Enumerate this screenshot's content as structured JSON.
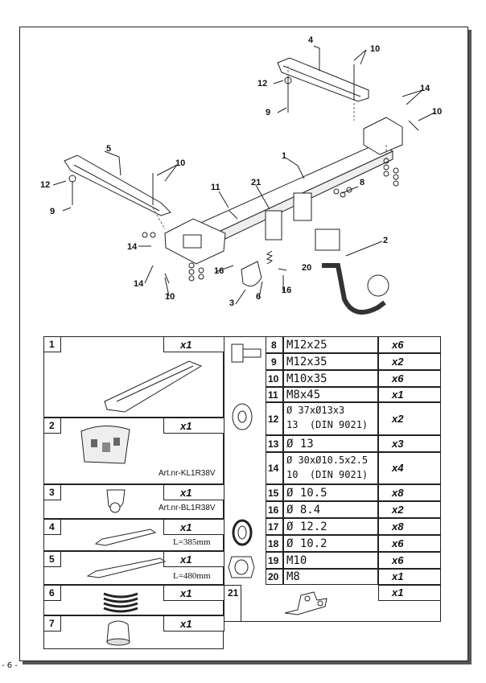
{
  "page_number": "- 6 -",
  "callouts": {
    "c1": "1",
    "c2": "2",
    "c3": "3",
    "c4": "4",
    "c5": "5",
    "c6": "6",
    "c8": "8",
    "c9a": "9",
    "c9b": "9",
    "c10a": "10",
    "c10b": "10",
    "c10c": "10",
    "c10d": "10",
    "c11": "11",
    "c12a": "12",
    "c12b": "12",
    "c14a": "14",
    "c14b": "14",
    "c14c": "14",
    "c16a": "16",
    "c16b": "16",
    "c20": "20",
    "c21": "21"
  },
  "left_parts": [
    {
      "num": "1",
      "qty": "x1"
    },
    {
      "num": "2",
      "qty": "x1",
      "article": "Art.nr-KL1R38V"
    },
    {
      "num": "3",
      "qty": "x1",
      "article": "Art.nr-BL1R38V"
    },
    {
      "num": "4",
      "qty": "x1",
      "length": "L=385mm"
    },
    {
      "num": "5",
      "qty": "x1",
      "length": "L=480mm"
    },
    {
      "num": "6",
      "qty": "x1"
    },
    {
      "num": "7",
      "qty": "x1"
    }
  ],
  "right_parts": [
    {
      "num": "8",
      "desc": "M12x25",
      "qty": "x6"
    },
    {
      "num": "9",
      "desc": "M12x35",
      "qty": "x2"
    },
    {
      "num": "10",
      "desc": "M10x35",
      "qty": "x6"
    },
    {
      "num": "11",
      "desc": "M8x45",
      "qty": "x1"
    },
    {
      "num": "12",
      "desc": "Ø 37xØ13x3",
      "desc2": "13  (DIN 9021)",
      "qty": "x2"
    },
    {
      "num": "13",
      "desc": "Ø 13",
      "qty": "x3"
    },
    {
      "num": "14",
      "desc": "Ø 30xØ10.5x2.5",
      "desc2": "10  (DIN 9021)",
      "qty": "x4"
    },
    {
      "num": "15",
      "desc": "Ø 10.5",
      "qty": "x8"
    },
    {
      "num": "16",
      "desc": "Ø 8.4",
      "qty": "x2"
    },
    {
      "num": "17",
      "desc": "Ø 12.2",
      "qty": "x8"
    },
    {
      "num": "18",
      "desc": "Ø 10.2",
      "qty": "x6"
    },
    {
      "num": "19",
      "desc": "M10",
      "qty": "x6"
    },
    {
      "num": "20",
      "desc": "M8",
      "qty": "x1"
    },
    {
      "num": "21",
      "qty": "x1"
    }
  ]
}
